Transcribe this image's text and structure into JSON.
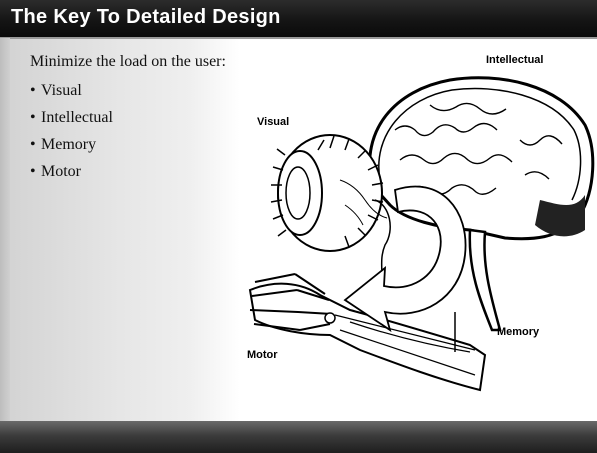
{
  "slide": {
    "title": "The Key To Detailed Design",
    "intro": "Minimize the load on the user:",
    "bullets": [
      "Visual",
      "Intellectual",
      "Memory",
      "Motor"
    ],
    "bullet_glyph": "•"
  },
  "illustration": {
    "labels": {
      "intellectual": "Intellectual",
      "visual": "Visual",
      "memory": "Memory",
      "motor": "Motor"
    },
    "icons": [
      "brain-icon",
      "eye-icon",
      "hand-icon",
      "curved-arrow-icon"
    ]
  },
  "colors": {
    "title_bar": "#151515",
    "title_text": "#ffffff",
    "body_text": "#111111",
    "footer_bar": "#3c3c3c"
  }
}
